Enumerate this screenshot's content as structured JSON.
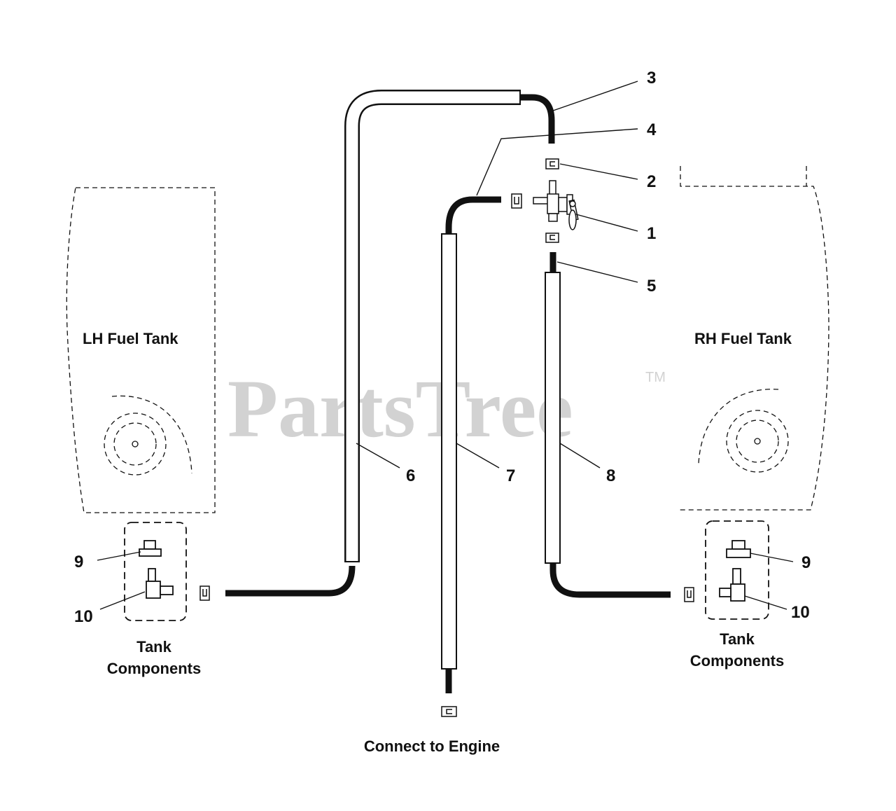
{
  "watermark": {
    "text": "PartsTree",
    "tm": "TM"
  },
  "tanks": {
    "lh_label": "LH Fuel Tank",
    "rh_label": "RH Fuel Tank"
  },
  "tank_components": {
    "left": {
      "line1": "Tank",
      "line2": "Components"
    },
    "right": {
      "line1": "Tank",
      "line2": "Components"
    }
  },
  "engine_label": "Connect to Engine",
  "callouts": {
    "c1": "1",
    "c2": "2",
    "c3": "3",
    "c4": "4",
    "c5": "5",
    "c6": "6",
    "c7": "7",
    "c8": "8",
    "c9_left": "9",
    "c10_left": "10",
    "c9_right": "9",
    "c10_right": "10"
  },
  "colors": {
    "line": "#111111",
    "watermark": "#d2d2d2",
    "background": "#ffffff"
  }
}
